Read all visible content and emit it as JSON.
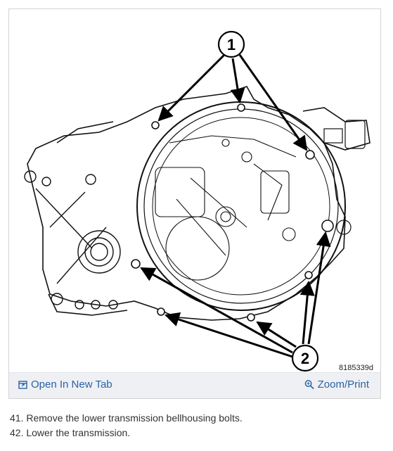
{
  "figure": {
    "callout_1": "1",
    "callout_2": "2",
    "figure_id": "8185339d"
  },
  "toolbar": {
    "open_label": "Open In New Tab",
    "zoom_label": "Zoom/Print",
    "open_icon": "external-window-icon",
    "zoom_icon": "magnifier-icon"
  },
  "instructions": [
    "41. Remove the lower transmission bellhousing bolts.",
    "42. Lower the transmission."
  ]
}
